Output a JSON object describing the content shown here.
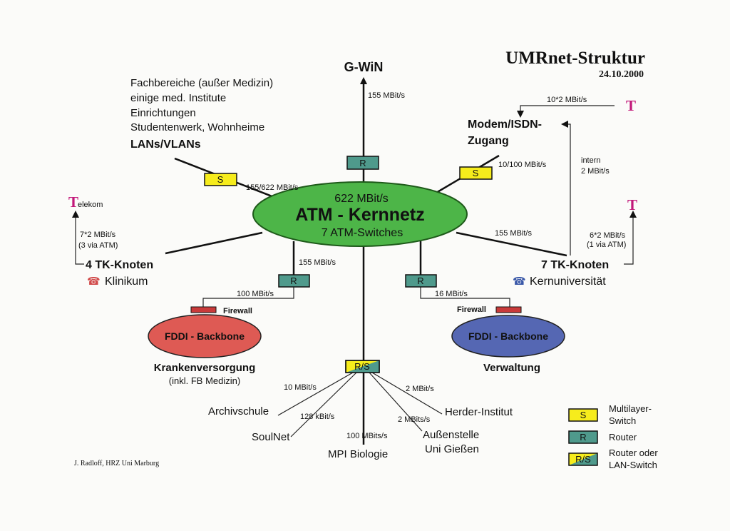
{
  "header": {
    "title": "UMRnet-Struktur",
    "date": "24.10.2000"
  },
  "author": "J. Radloff, HRZ Uni Marburg",
  "core": {
    "speed": "622 MBit/s",
    "name": "ATM - Kernnetz",
    "switches": "7 ATM-Switches"
  },
  "top": {
    "label": "G-WiN",
    "link": "155 MBit/s",
    "device": "R"
  },
  "lans": {
    "lines": [
      "Fachbereiche (außer Medizin)",
      "einige med. Institute",
      "Einrichtungen",
      "Studentenwerk, Wohnheime"
    ],
    "heading": "LANs/VLANs",
    "device": "S",
    "link": "155/622 MBit/s"
  },
  "modem": {
    "line1": "Modem/ISDN-",
    "line2": "Zugang",
    "device": "S",
    "link": "10/100 MBit/s",
    "incoming": "10*2 MBit/s",
    "intern1": "intern",
    "intern2": "2 MBit/s",
    "telekom": "T"
  },
  "left_tk": {
    "telekom_t": "T",
    "telekom_rest": "elekom",
    "link1": "7*2 MBit/s",
    "link2": "(3 via ATM)",
    "label": "4 TK-Knoten",
    "phone": "☎",
    "site": "Klinikum"
  },
  "right_tk": {
    "telekom": "T",
    "link1": "6*2 MBit/s",
    "link2": "(1 via ATM)",
    "core_link": "155 MBit/s",
    "label": "7 TK-Knoten",
    "phone": "☎",
    "site": "Kernuniversität"
  },
  "left_fddi": {
    "router": "R",
    "core_link": "155 MBit/s",
    "link": "100 MBit/s",
    "firewall": "Firewall",
    "ring": "FDDI - Backbone",
    "name": "Krankenversorgung",
    "sub": "(inkl. FB Medizin)"
  },
  "right_fddi": {
    "router": "R",
    "link": "16 MBit/s",
    "firewall": "Firewall",
    "ring": "FDDI - Backbone",
    "name": "Verwaltung"
  },
  "bottom": {
    "device": "R/S",
    "branches": [
      {
        "name": "Archivschule",
        "link": "10 MBit/s"
      },
      {
        "name": "SoulNet",
        "link": "128 kBit/s"
      },
      {
        "name": "MPI Biologie",
        "link": "100 MBits/s"
      },
      {
        "name_lines": [
          "Außenstelle",
          "Uni Gießen"
        ],
        "link": "2 MBits/s"
      },
      {
        "name": "Herder-Institut",
        "link": "2 MBit/s"
      }
    ]
  },
  "legend": [
    {
      "code": "S",
      "line1": "Multilayer-",
      "line2": "Switch"
    },
    {
      "code": "R",
      "line1": "Router",
      "line2": ""
    },
    {
      "code": "R/S",
      "line1": "Router oder",
      "line2": "LAN-Switch"
    }
  ],
  "colors": {
    "switch": "#f6ec1c",
    "router": "#4f9a8c",
    "core": "#4db548",
    "red_ring": "#de5a54",
    "blue_ring": "#5567b3",
    "firewall": "#c93a3a",
    "telekom": "#c2187a",
    "phone_red": "#d14a4a",
    "phone_blue": "#3a58a8"
  }
}
